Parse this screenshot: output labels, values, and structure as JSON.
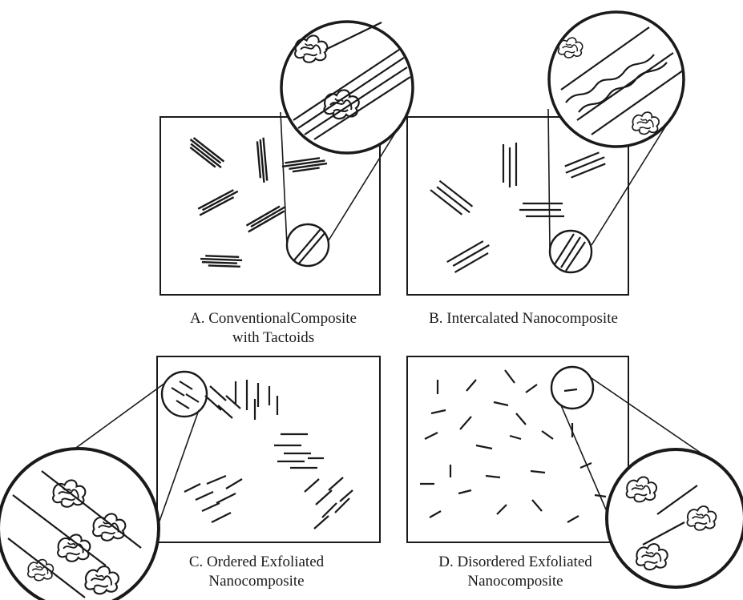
{
  "panels": [
    {
      "id": "a",
      "caption_line1": "A. ConventionalComposite",
      "caption_line2": "with Tactoids"
    },
    {
      "id": "b",
      "caption_line1": "B. Intercalated Nanocomposite",
      "caption_line2": ""
    },
    {
      "id": "c",
      "caption_line1": "C. Ordered Exfoliated",
      "caption_line2": "Nanocomposite"
    },
    {
      "id": "d",
      "caption_line1": "D. Disordered Exfoliated",
      "caption_line2": "Nanocomposite"
    }
  ],
  "colors": {
    "ink": "#1a1a1a",
    "background": "#ffffff"
  }
}
